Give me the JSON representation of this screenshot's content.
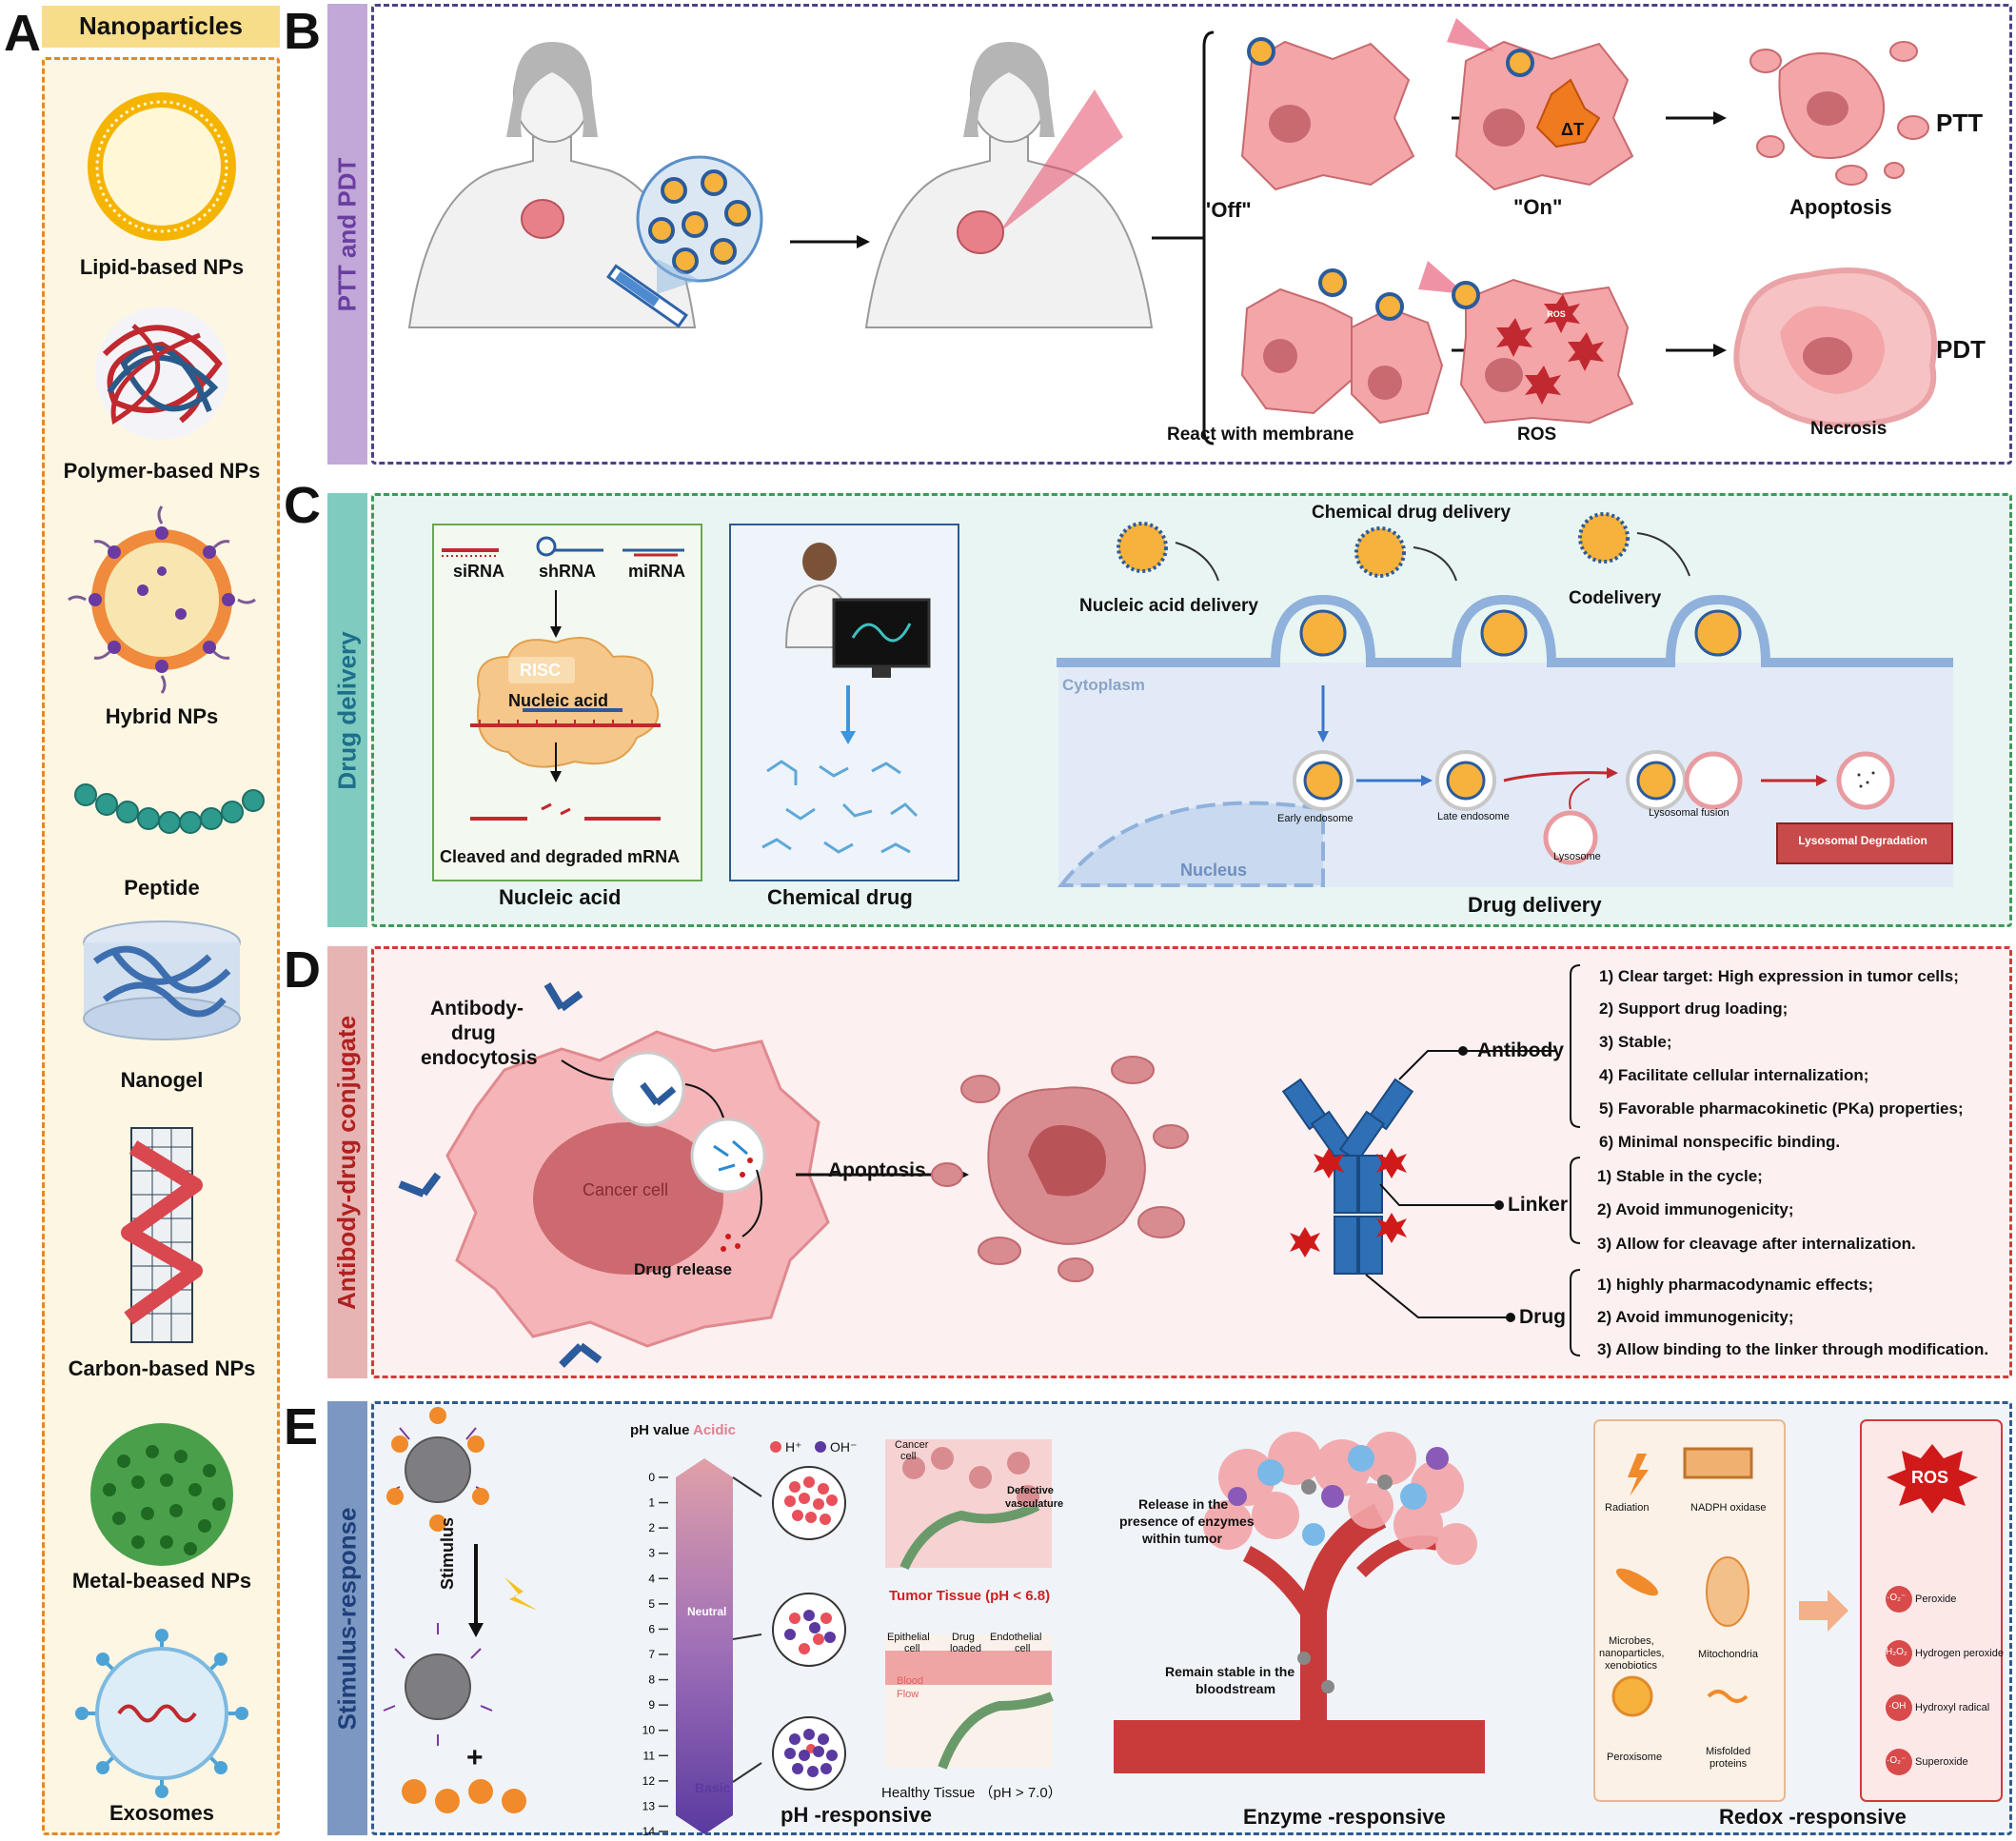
{
  "panelA": {
    "letter": "A",
    "title": "Nanoparticles",
    "items": [
      "Lipid-based NPs",
      "Polymer-based NPs",
      "Hybrid NPs",
      "Peptide",
      "Nanogel",
      "Carbon-based NPs",
      "Metal-beased NPs",
      "Exosomes"
    ]
  },
  "panelB": {
    "letter": "B",
    "tab": "PTT and PDT",
    "off": "\"Off\"",
    "on": "\"On\"",
    "delta_t": "ΔT",
    "apoptosis": "Apoptosis",
    "ptt": "PTT",
    "react": "React with membrane",
    "ros": "ROS",
    "ros_tag": "ROS",
    "necrosis": "Necrosis",
    "pdt": "PDT"
  },
  "panelC": {
    "letter": "C",
    "tab": "Drug delivery",
    "sirna": "siRNA",
    "shrna": "shRNA",
    "mirna": "miRNA",
    "risc": "RISC",
    "nucleic_acid_inner": "Nucleic acid",
    "cleaved": "Cleaved and degraded mRNA",
    "nucleic_acid_caption": "Nucleic acid",
    "chemical_drug_caption": "Chemical drug",
    "chem_delivery": "Chemical drug delivery",
    "nucleic_delivery": "Nucleic acid delivery",
    "codelivery": "Codelivery",
    "cytoplasm": "Cytoplasm",
    "nucleus": "Nucleus",
    "early_endosome": "Early endosome",
    "late_endosome": "Late endosome",
    "lysosome": "Lysosome",
    "lysosomal_fusion": "Lysosomal fusion",
    "lysosomal_degradation": "Lysosomal Degradation",
    "drug_delivery_caption": "Drug delivery"
  },
  "panelD": {
    "letter": "D",
    "tab": "Antibody-drug conjugate",
    "endocytosis": [
      "Antibody-",
      "drug",
      "endocytosis"
    ],
    "cancer_cell": "Cancer cell",
    "drug_release": "Drug release",
    "apoptosis": "Apoptosis",
    "antibody": "Antibody",
    "linker": "Linker",
    "drug": "Drug",
    "antibody_points": [
      "1) Clear target: High expression in tumor cells;",
      "2) Support drug loading;",
      "3) Stable;",
      "4) Facilitate cellular internalization;",
      "5) Favorable pharmacokinetic (PKa) properties;",
      "6) Minimal nonspecific binding."
    ],
    "linker_points": [
      "1) Stable in the cycle;",
      "2) Avoid immunogenicity;",
      "3) Allow for cleavage after internalization."
    ],
    "drug_points": [
      "1)  highly pharmacodynamic effects;",
      "2)  Avoid immunogenicity;",
      "3) Allow binding to the linker through modification."
    ]
  },
  "panelE": {
    "letter": "E",
    "tab": "Stimulus-response",
    "stimulus": "Stimulus",
    "plus": "+",
    "ph_value": "pH value",
    "acidic": "Acidic",
    "neutral": "Neutral",
    "basic": "Basic",
    "ph_ticks": [
      "0",
      "1",
      "2",
      "3",
      "4",
      "5",
      "6",
      "7",
      "8",
      "9",
      "10",
      "11",
      "12",
      "13",
      "14"
    ],
    "h_plus": "H⁺",
    "oh_minus": "OH⁻",
    "cancer_cell": [
      "Cancer",
      "cell"
    ],
    "defective": [
      "Defective",
      "vasculature"
    ],
    "tumor_tissue": "Tumor Tissue (pH < 6.8)",
    "epithelial": [
      "Epithelial",
      "cell"
    ],
    "drug_loaded": [
      "Drug",
      "loaded"
    ],
    "endothelial": [
      "Endothelial",
      "cell"
    ],
    "blood_flow": [
      "Blood",
      "Flow"
    ],
    "healthy_tissue": "Healthy Tissue （pH > 7.0）",
    "ph_caption": "pH -responsive",
    "release": [
      "Release in the",
      "presence of enzymes",
      "within tumor"
    ],
    "remain": [
      "Remain stable in the",
      "bloodstream"
    ],
    "enzyme_caption": "Enzyme -responsive",
    "radiation": "Radiation",
    "nadph": "NADPH oxidase",
    "microbes": [
      "Microbes,",
      "nanoparticles,",
      "xenobiotics"
    ],
    "mitochondria": "Mitochondria",
    "peroxisome": "Peroxisome",
    "misfolded": [
      "Misfolded",
      "proteins"
    ],
    "ros": "ROS",
    "ros_items": [
      {
        "symbol": "·O₂⁻",
        "name": "Peroxide"
      },
      {
        "symbol": "H₂O₂",
        "name": "Hydrogen peroxide"
      },
      {
        "symbol": "·OH",
        "name": "Hydroxyl radical"
      },
      {
        "symbol": "·O₂⁻",
        "name": "Superoxide"
      }
    ],
    "redox_caption": "Redox -responsive"
  },
  "colors": {
    "panelA_fill": "#fdf6e3",
    "panelA_border": "#e0892a",
    "panelA_title": "#f7dd8a",
    "panelB_tab": "#c2a8d8",
    "panelB_border": "#4d4088",
    "panelC_tab": "#7fcbbf",
    "panelC_fill": "#e9f5f2",
    "panelC_border": "#3e9a5a",
    "panelD_tab": "#e7b4b4",
    "panelD_fill": "#fcf0f0",
    "panelD_border": "#d23a3a",
    "panelE_tab": "#7c98c2",
    "panelE_fill": "#f0f4f8",
    "panelE_border": "#2f5a8f",
    "cell_pink": "#f3a5a8",
    "cell_dark": "#c86a6f"
  }
}
